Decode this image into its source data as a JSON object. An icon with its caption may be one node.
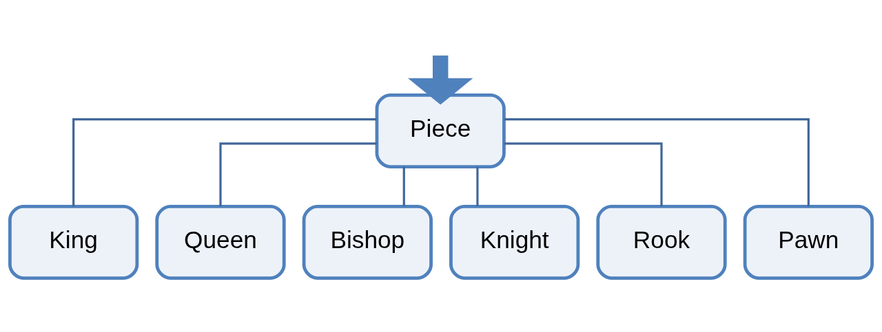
{
  "diagram": {
    "nodes": [
      {
        "text": [
          "Piece"
        ]
      },
      {
        "text": [
          "King"
        ]
      },
      {
        "text": [
          "Queen"
        ]
      },
      {
        "text": [
          "Bishop"
        ]
      },
      {
        "text": [
          "Knight"
        ]
      },
      {
        "text": [
          "Rook"
        ]
      },
      {
        "text": [
          "Pawn"
        ]
      }
    ],
    "edges": [
      {
        "from": null,
        "to": 0,
        "arrow": "to",
        "style": "thick"
      },
      {
        "from": 0,
        "to": 1,
        "arrow": "none"
      },
      {
        "from": 0,
        "to": 2,
        "arrow": "none"
      },
      {
        "from": 0,
        "to": 3,
        "arrow": "none"
      },
      {
        "from": 0,
        "to": 4,
        "arrow": "none"
      },
      {
        "from": 0,
        "to": 5,
        "arrow": "none"
      },
      {
        "from": 0,
        "to": 6,
        "arrow": "none"
      }
    ]
  }
}
